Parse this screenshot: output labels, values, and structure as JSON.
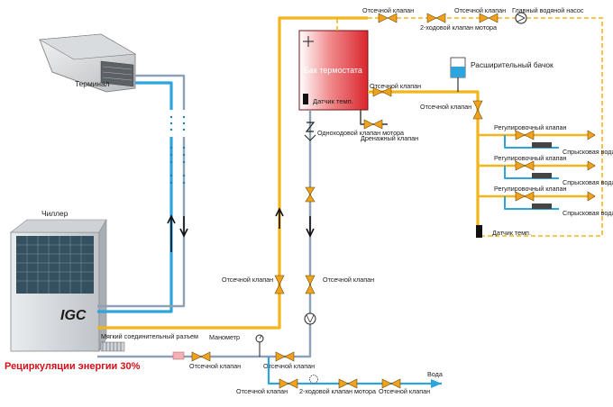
{
  "labels": {
    "terminal": "Терминал",
    "chiller": "Чиллер",
    "brand": "IGC",
    "recirculation": "Рециркуляции энергии 30%",
    "soft_joint": "Мягкий соединительный разъем",
    "manometer": "Манометр",
    "tank": "Бак термостата",
    "tank_sensor": "Датчик темп.",
    "expansion_tank": "Расширительный бачок",
    "one_way_valve": "Одноходовой клапан мотора",
    "drain_valve": "Дренажный клапан",
    "main_pump": "Главный водяной насос",
    "two_way_motor_valve": "2-ходовой клапан мотора",
    "two_way_motor_valve_bottom": "2-ходовой клапан мотора",
    "shutoff": "Отсечной клапан",
    "regulating_valve": "Регулировочный клапан",
    "spray_water": "Спрысковая вода",
    "temp_sensor": "Датчик темп.",
    "water": "Вода"
  },
  "colors": {
    "hot_pipe": "#f2b51c",
    "cold_pipe": "#2ea4dc",
    "grey_pipe": "#8fa2b5",
    "tank_red": "#d9262e",
    "brand_red": "#d2101a"
  },
  "icons": [
    "valve-icon",
    "pump-icon",
    "manometer-icon",
    "arrow-up-icon",
    "arrow-down-icon",
    "sprinkler-icon",
    "temp-sensor-icon"
  ]
}
